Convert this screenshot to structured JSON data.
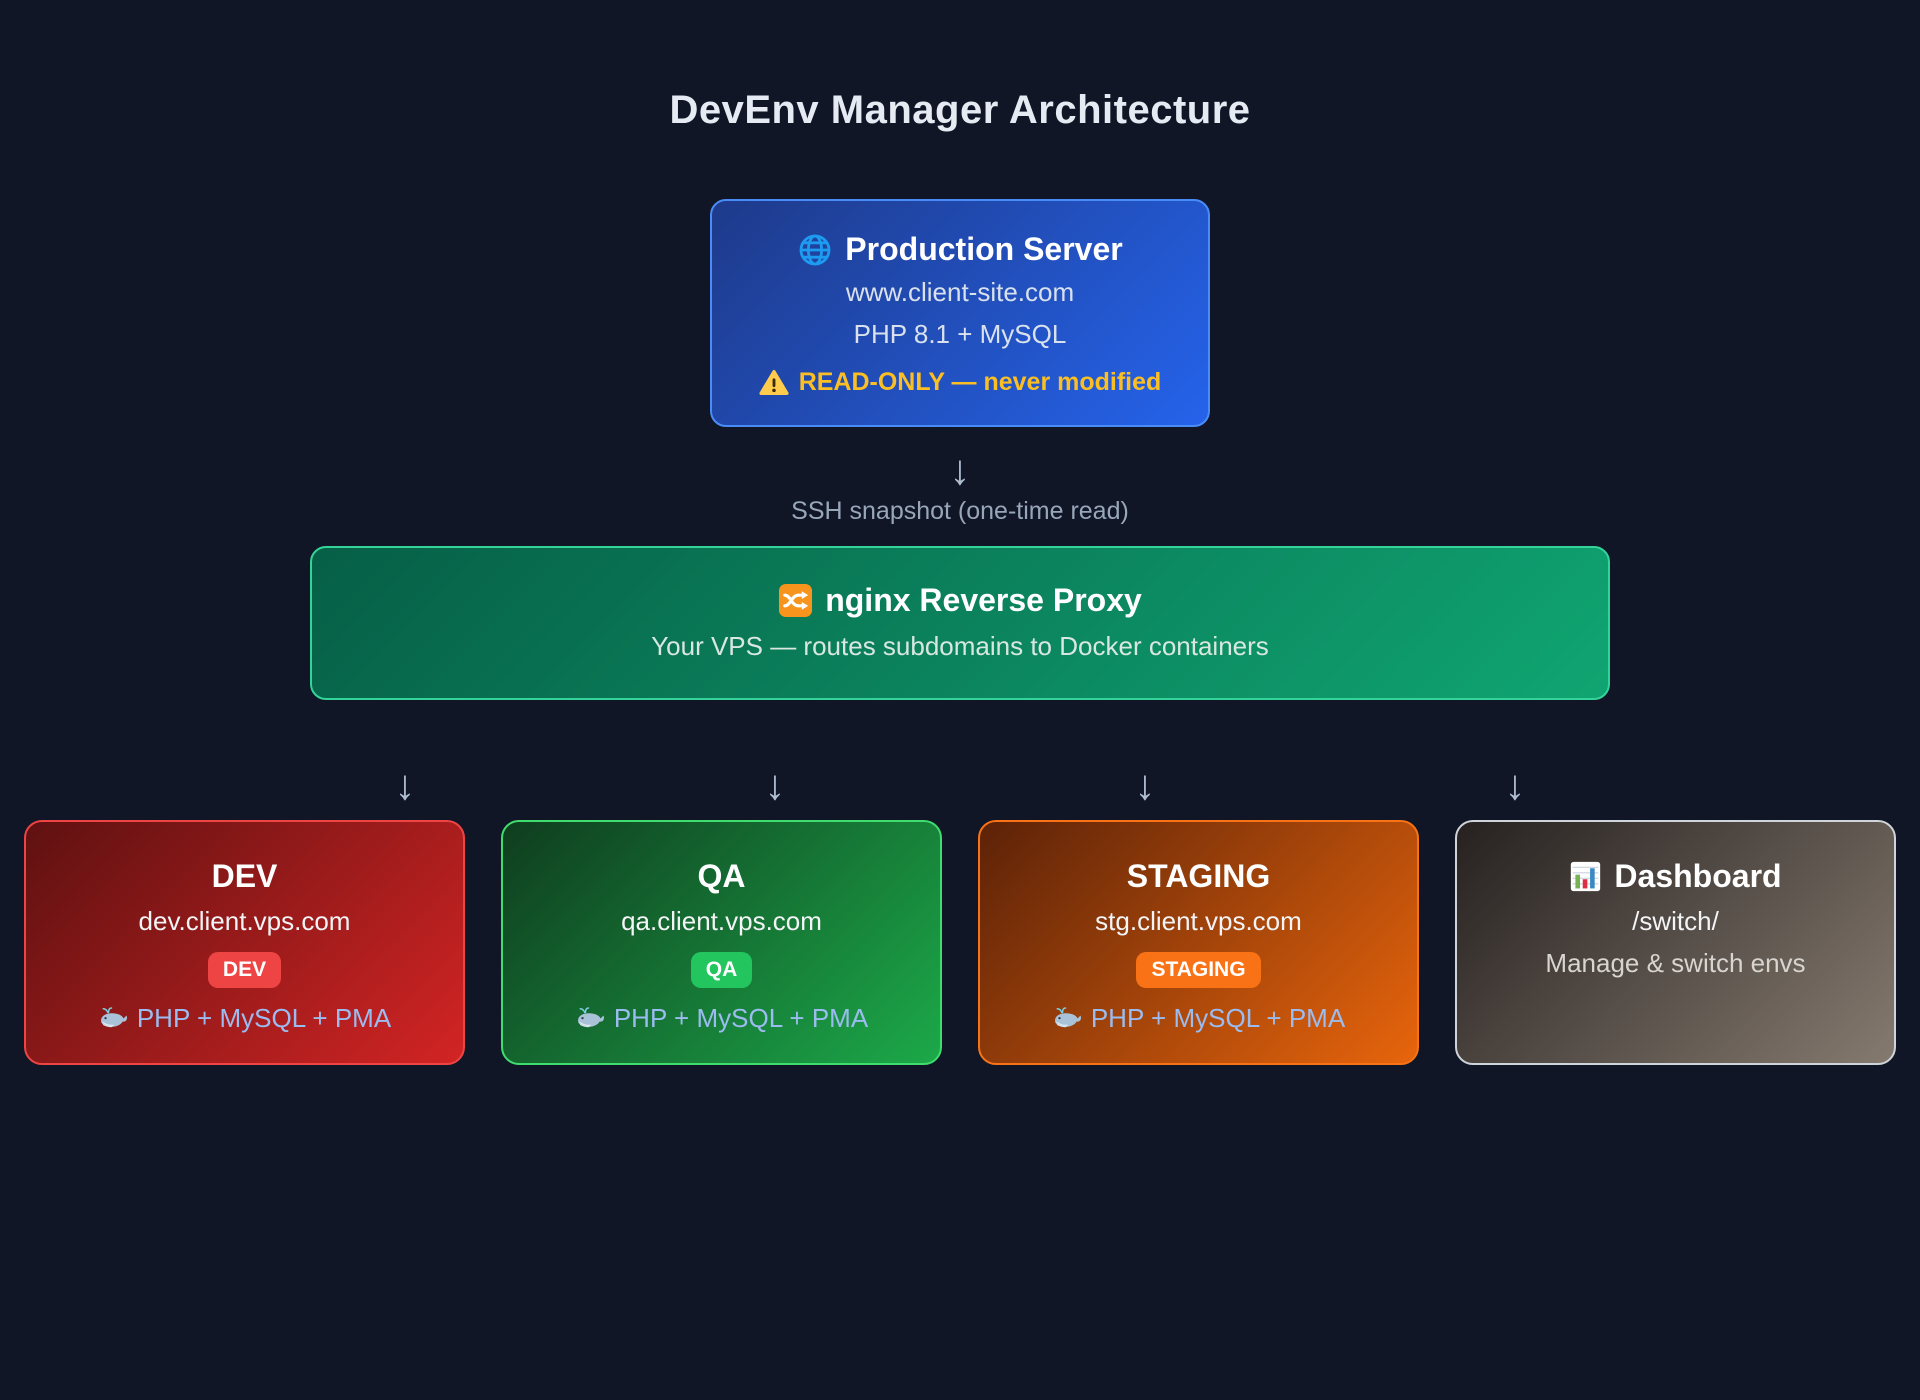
{
  "page": {
    "title": "DevEnv Manager Architecture"
  },
  "production": {
    "title": "Production Server",
    "lines": [
      "www.client-site.com",
      "PHP 8.1 + MySQL"
    ],
    "warning": "READ-ONLY — never modified"
  },
  "flow": {
    "arrow": "↓",
    "ssh_label": "SSH snapshot (one-time read)"
  },
  "proxy": {
    "title": "nginx Reverse Proxy",
    "subtitle": "Your VPS — routes subdomains to Docker containers"
  },
  "environments": [
    {
      "name": "DEV",
      "domain": "dev.client.vps.com",
      "badge": "DEV",
      "stack": "PHP + MySQL + PMA"
    },
    {
      "name": "QA",
      "domain": "qa.client.vps.com",
      "badge": "QA",
      "stack": "PHP + MySQL + PMA"
    },
    {
      "name": "STAGING",
      "domain": "stg.client.vps.com",
      "badge": "STAGING",
      "stack": "PHP + MySQL + PMA"
    },
    {
      "name": "Dashboard",
      "domain": "/switch/",
      "note": "Manage & switch envs"
    }
  ],
  "icons": {
    "production": "globe-icon",
    "warning": "warning-icon",
    "proxy": "shuffle-icon",
    "stack": "whale-icon",
    "dashboard": "bar-chart-icon",
    "flow": "down-arrow"
  },
  "colors": {
    "background": "#101626",
    "title_text": "#e6ebf3",
    "production_gradient": [
      "#1e3a8a",
      "#2563eb"
    ],
    "production_border": "#4a8cf7",
    "warning_text": "#fbbf24",
    "proxy_gradient": [
      "#065f46",
      "#10a572"
    ],
    "proxy_border": "#34d399",
    "dev_gradient": [
      "#5f1111",
      "#d32424"
    ],
    "dev_border": "#ef4444",
    "qa_gradient": [
      "#0f3d1f",
      "#1ca949"
    ],
    "qa_border": "#3fdc6e",
    "staging_gradient": [
      "#5c2208",
      "#e8650c"
    ],
    "staging_border": "#f97316",
    "dashboard_gradient": [
      "#262120",
      "#857a6f"
    ],
    "dashboard_border": "#cfd4da",
    "badge_dev": "#ef4444",
    "badge_qa": "#22c55e",
    "badge_staging": "#f97316",
    "stack_text": "#9bbcf0",
    "muted_text": "#98a6ba",
    "arrow_color": "#b0bdd0"
  }
}
